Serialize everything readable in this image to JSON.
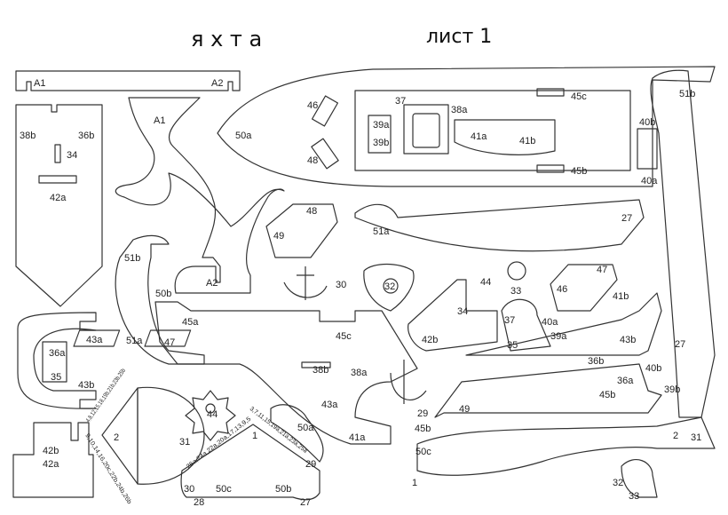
{
  "title": "я х т а",
  "sheet": "лист 1",
  "labels": [
    "A1",
    "A2",
    "38b",
    "36b",
    "34",
    "42a",
    "A1",
    "A2",
    "50a",
    "46",
    "48",
    "37",
    "38a",
    "45c",
    "39a",
    "39b",
    "41a",
    "41b",
    "45b",
    "40b",
    "40a",
    "51b",
    "48",
    "49",
    "51a",
    "27",
    "51b",
    "50b",
    "45a",
    "30",
    "32",
    "44",
    "33",
    "47",
    "46",
    "41b",
    "34",
    "37",
    "40a",
    "42b",
    "35",
    "39a",
    "43b",
    "27",
    "43a",
    "36a",
    "35",
    "43b",
    "51a",
    "47",
    "45c",
    "38b",
    "38a",
    "36b",
    "40b",
    "36a",
    "39b",
    "45b",
    "43a",
    "29",
    "49",
    "41a",
    "45b",
    "50c",
    "50a",
    "2",
    "31",
    "2",
    "31",
    "44",
    "1",
    "29",
    "30",
    "28",
    "50c",
    "50b",
    "27",
    "42b",
    "42a",
    "1",
    "32",
    "33"
  ],
  "rotated_labels": {
    "upper_left": "4,8,12,15,18,19b,21b,23b,25b",
    "lower_left": "9,10,14,16,20c,22b,24b,26b",
    "tri_left": "26a,24a,22a,20a,17,13,9,5",
    "tri_right": "3,7,11,15,19a,21a,23a,25a"
  }
}
